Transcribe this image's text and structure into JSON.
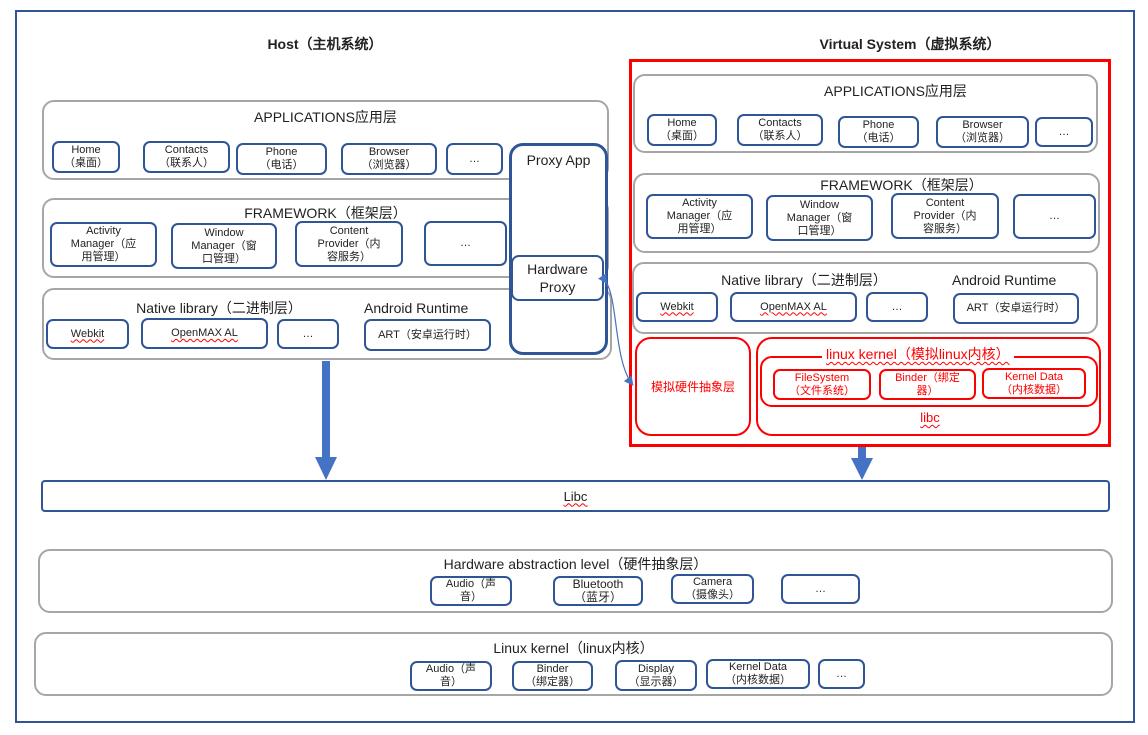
{
  "host": {
    "title": "Host（主机系统）",
    "applications": {
      "title": "APPLICATIONS应用层",
      "items": [
        "Home\n（桌面）",
        "Contacts\n（联系人）",
        "Phone\n（电话）",
        "Browser\n（浏览器）",
        "…"
      ]
    },
    "framework": {
      "title": "FRAMEWORK（框架层）",
      "items": [
        "Activity\nManager（应\n用管理）",
        "Window\nManager（窗\n口管理）",
        "Content\nProvider（内\n容服务）",
        "…"
      ]
    },
    "native": {
      "title": "Native library（二进制层）",
      "items": [
        "Webkit",
        "OpenMAX AL",
        "…"
      ],
      "runtime_title": "Android Runtime",
      "runtime_item": "ART（安卓运行时）"
    },
    "proxy_app": {
      "title": "Proxy App",
      "hardware_proxy": "Hardware\nProxy"
    }
  },
  "virtual": {
    "title": "Virtual System（虚拟系统）",
    "applications": {
      "title": "APPLICATIONS应用层",
      "items": [
        "Home\n（桌面）",
        "Contacts\n（联系人）",
        "Phone\n（电话）",
        "Browser\n（浏览器）",
        "…"
      ]
    },
    "framework": {
      "title": "FRAMEWORK（框架层）",
      "items": [
        "Activity\nManager（应\n用管理）",
        "Window\nManager（窗\n口管理）",
        "Content\nProvider（内\n容服务）",
        "…"
      ]
    },
    "native": {
      "title": "Native library（二进制层）",
      "items": [
        "Webkit",
        "OpenMAX AL",
        "…"
      ],
      "runtime_title": "Android Runtime",
      "runtime_item": "ART（安卓运行时）"
    },
    "sim_hal": "模拟硬件抽象层",
    "sim_kernel": {
      "title": "linux kernel（模拟linux内核）",
      "items": [
        "FileSystem\n（文件系统）",
        "Binder（绑定\n器）",
        "Kernel Data\n（内核数据）"
      ],
      "libc": "libc"
    }
  },
  "libc_bar": "Libc",
  "hal": {
    "title": "Hardware abstraction level（硬件抽象层）",
    "items": [
      "Audio（声\n音）",
      "Bluetooth\n（蓝牙）",
      "Camera\n（摄像头）",
      "…"
    ]
  },
  "kernel": {
    "title": "Linux kernel（linux内核）",
    "items": [
      "Audio（声\n音）",
      "Binder\n（绑定器）",
      "Display\n（显示器）",
      "Kernel Data\n（内核数据）",
      "…"
    ]
  },
  "colors": {
    "frame_blue": "#2f5597",
    "arrow_blue": "#4472c4",
    "virtual_red": "#ff0000",
    "layer_gray": "#a6a6a6"
  }
}
